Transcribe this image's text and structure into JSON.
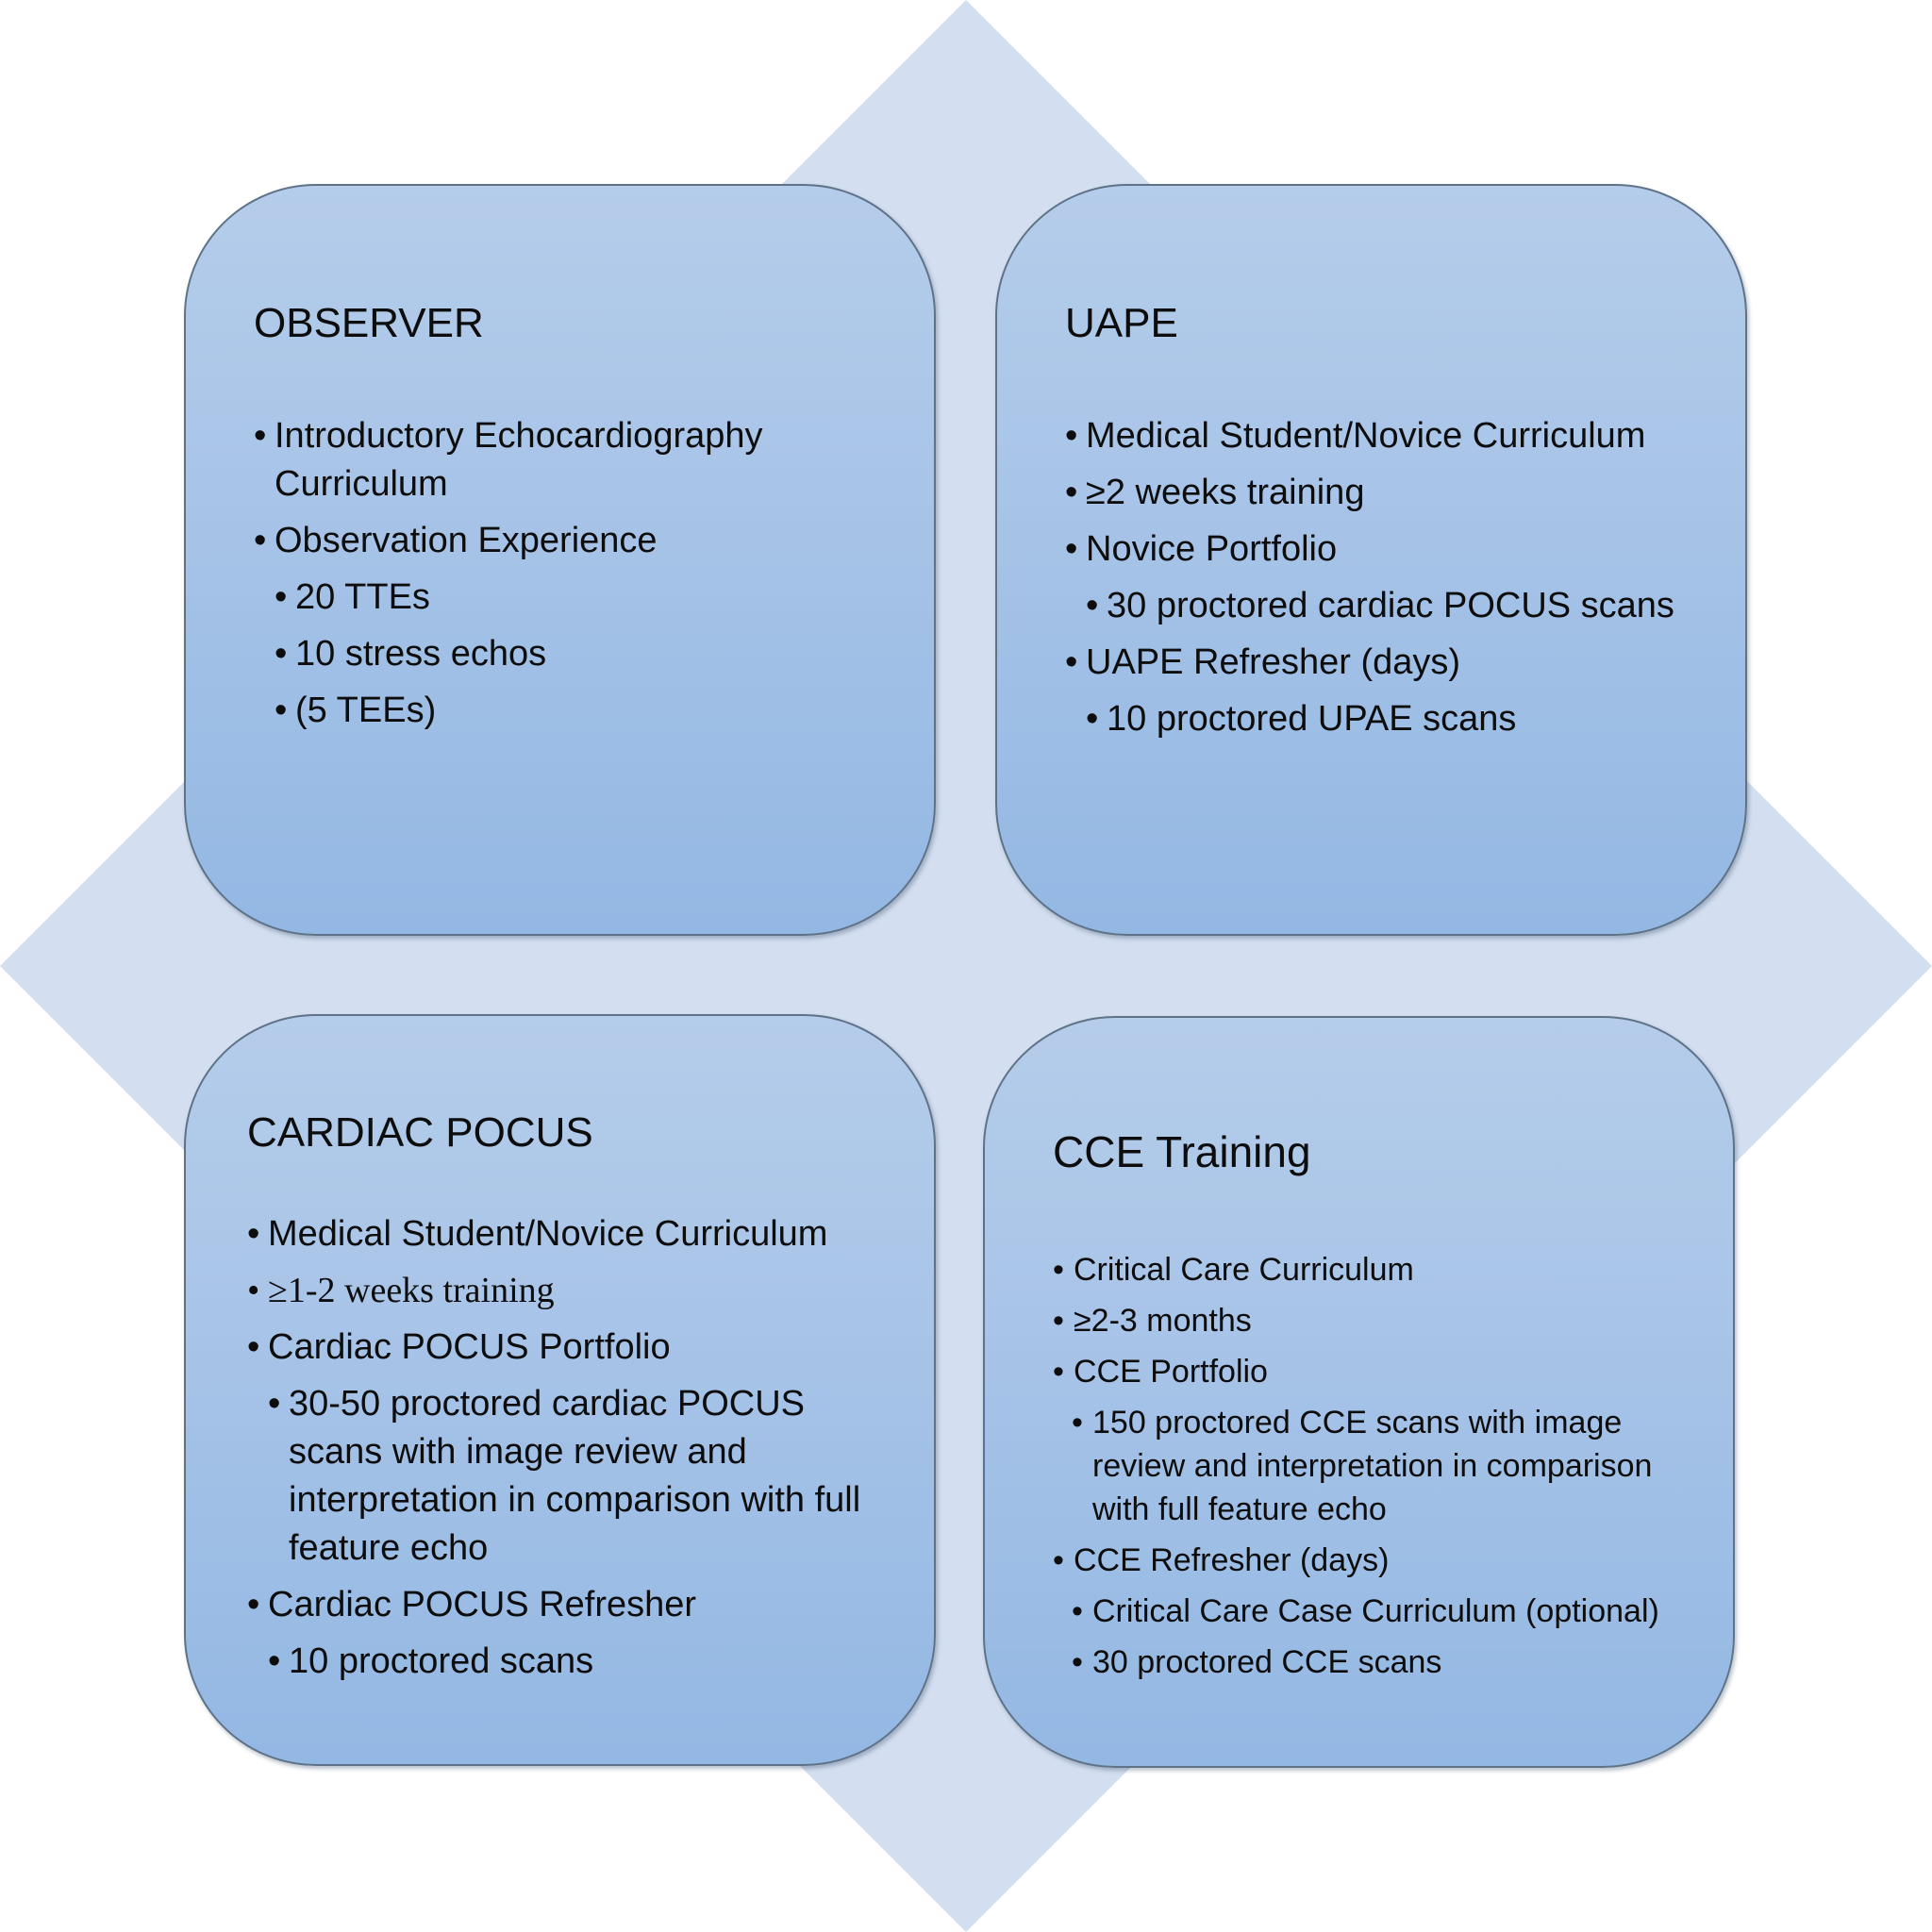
{
  "colors": {
    "background_diamond": "#d3def0",
    "card_top": "#b5cdea",
    "card_bottom": "#93b8e3",
    "card_border": "#5f7388"
  },
  "observer": {
    "title": "OBSERVER",
    "items": [
      {
        "text": "Introductory Echocardiography Curriculum",
        "level": 1
      },
      {
        "text": "Observation Experience",
        "level": 1
      },
      {
        "text": "20 TTEs",
        "level": 2
      },
      {
        "text": "10 stress echos",
        "level": 2
      },
      {
        "text": "(5 TEEs)",
        "level": 2
      }
    ]
  },
  "uape": {
    "title": "UAPE",
    "items": [
      {
        "text": "Medical Student/Novice Curriculum",
        "level": 1
      },
      {
        "text": "≥2 weeks training",
        "level": 1
      },
      {
        "text": "Novice Portfolio",
        "level": 1
      },
      {
        "text": "30 proctored cardiac POCUS scans",
        "level": 2
      },
      {
        "text": "UAPE Refresher (days)",
        "level": 1
      },
      {
        "text": "10 proctored UPAE scans",
        "level": 2
      }
    ]
  },
  "cardiac_pocus": {
    "title": "CARDIAC POCUS",
    "items": [
      {
        "text": "Medical Student/Novice Curriculum",
        "level": 1
      },
      {
        "text": "≥1-2 weeks training",
        "level": 1
      },
      {
        "text": "Cardiac POCUS Portfolio",
        "level": 1
      },
      {
        "text": "30-50 proctored cardiac POCUS scans with image review and interpretation in comparison with full feature echo",
        "level": 2
      },
      {
        "text": "Cardiac POCUS Refresher",
        "level": 1
      },
      {
        "text": "10 proctored scans",
        "level": 2
      }
    ]
  },
  "cce_training": {
    "title": "CCE Training",
    "items": [
      {
        "text": "Critical Care Curriculum",
        "level": 1
      },
      {
        "text": "≥2-3 months",
        "level": 1
      },
      {
        "text": "CCE Portfolio",
        "level": 1
      },
      {
        "text": "150 proctored CCE scans with image review and interpretation in comparison with full feature echo",
        "level": 2
      },
      {
        "text": "CCE Refresher (days)",
        "level": 1
      },
      {
        "text": "Critical Care Case Curriculum (optional)",
        "level": 2
      },
      {
        "text": "30 proctored CCE scans",
        "level": 2
      }
    ]
  }
}
